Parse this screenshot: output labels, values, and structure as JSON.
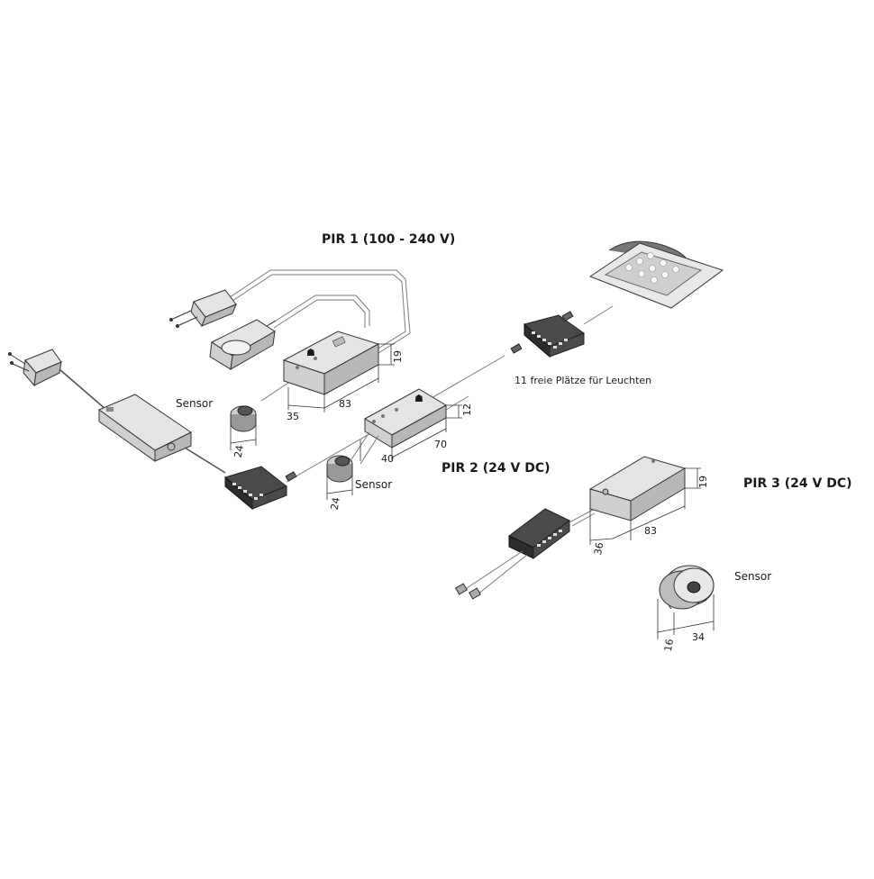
{
  "labels": {
    "pir1": "PIR 1 (100 - 240 V)",
    "pir2": "PIR 2 (24 V DC)",
    "pir3": "PIR 3 (24 V DC)",
    "sensor_left": "Sensor",
    "sensor_pir2": "Sensor",
    "sensor_pir3": "Sensor",
    "freie_plaetze": "11 freie Plätze für Leuchten"
  },
  "dimensions": {
    "pir1_height": "19",
    "pir1_length": "83",
    "pir1_cable": "35",
    "pir1_sensor": "24",
    "pir2_height": "12",
    "pir2_length": "70",
    "pir2_cable": "40",
    "pir2_sensor": "24",
    "pir3_height": "19",
    "pir3_length": "83",
    "pir3_cable": "36",
    "pir3_sensor_depth": "16",
    "pir3_sensor_diameter": "34"
  }
}
